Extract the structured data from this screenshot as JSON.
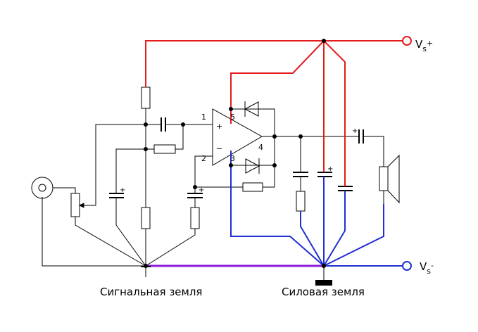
{
  "labels": {
    "vs_plus": "V",
    "vs_plus_sub": "s",
    "vs_plus_sign": "+",
    "vs_minus": "V",
    "vs_minus_sub": "s",
    "vs_minus_sign": "-",
    "signal_ground": "Сигнальная земля",
    "power_ground": "Силовая земля",
    "pins": {
      "p1": "1",
      "p2": "2",
      "p3": "3",
      "p4": "4",
      "p5": "5"
    },
    "opamp_plus": "+",
    "opamp_minus": "−",
    "cap_plus": "+"
  },
  "colors": {
    "positive_rail": "#e41b1b",
    "negative_rail": "#1f2fd0",
    "ground_bus": "#8b19d9",
    "wire": "#000000",
    "supply_terminal_plus": "#e41b1b",
    "supply_terminal_minus": "#1f2fd0"
  }
}
